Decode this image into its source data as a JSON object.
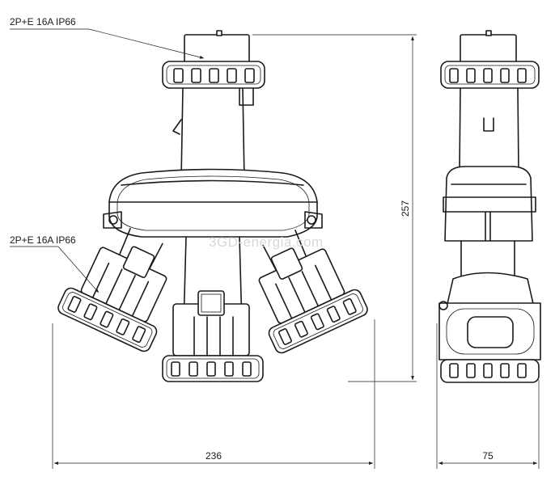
{
  "labels": {
    "top_plug": "2P+E 16A IP66",
    "side_sockets": "2P+E 16A IP66"
  },
  "dimensions": {
    "height": "257",
    "width": "236",
    "depth": "75"
  },
  "watermark": "3GD-energia.com",
  "colors": {
    "line": "#1a1a1a",
    "background": "#ffffff",
    "watermark": "#d8d8d8"
  }
}
